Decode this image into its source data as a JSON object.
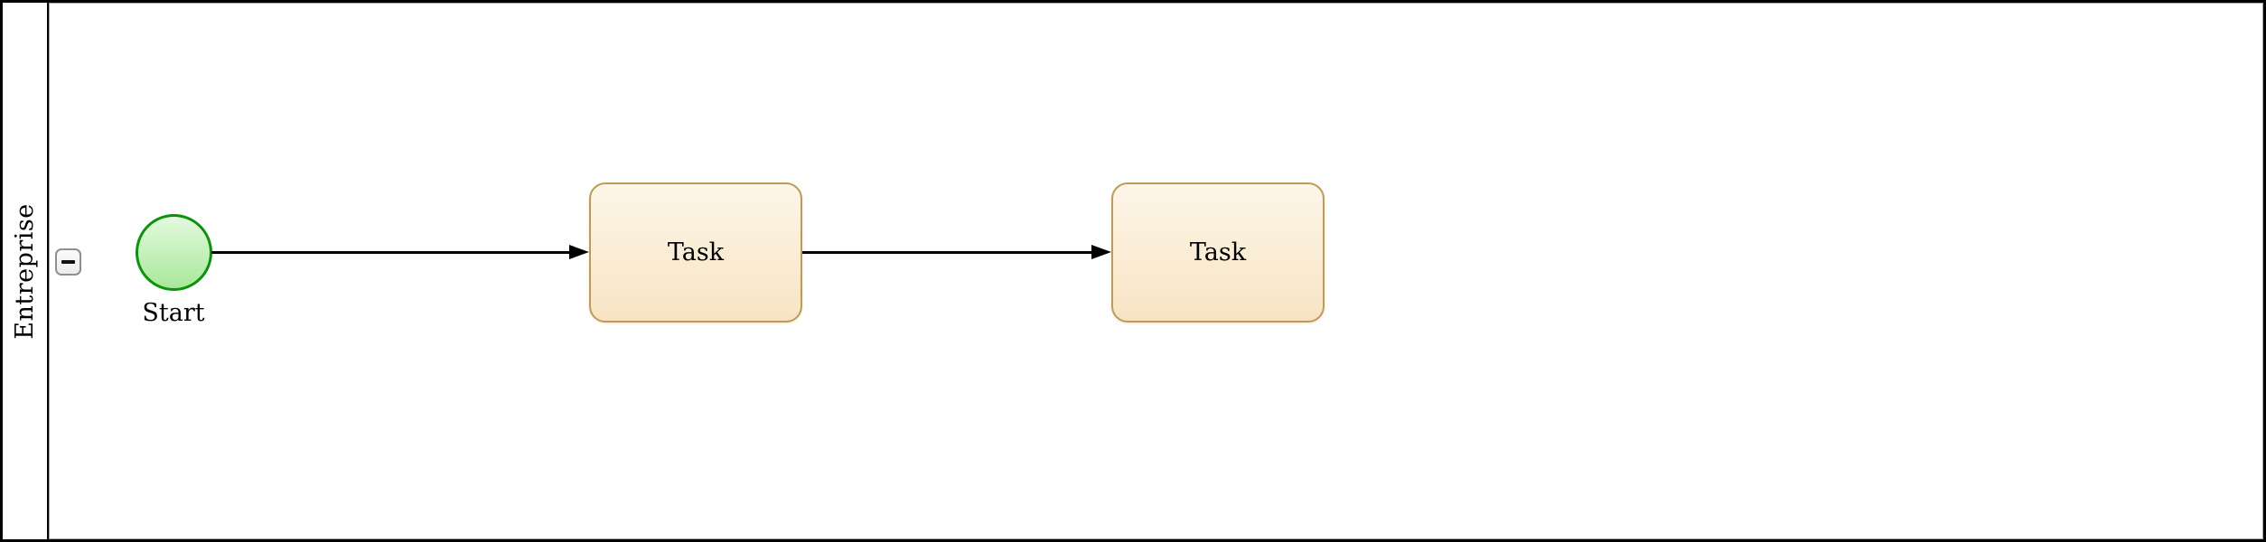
{
  "diagram": {
    "type": "bpmn-process",
    "pool": {
      "lane_label": "Entreprise",
      "collapse_button": {
        "icon": "minus",
        "state": "expanded"
      }
    },
    "nodes": [
      {
        "id": "start",
        "type": "start-event",
        "label": "Start"
      },
      {
        "id": "task1",
        "type": "task",
        "label": "Task"
      },
      {
        "id": "task2",
        "type": "task",
        "label": "Task"
      }
    ],
    "connectors": [
      {
        "from": "start",
        "to": "task1",
        "style": "solid-arrow"
      },
      {
        "from": "task1",
        "to": "task2",
        "style": "solid-arrow"
      }
    ],
    "colors": {
      "pool_border": "#000000",
      "lane_inner_border": "#a6a6a6",
      "start_stroke": "#0a940a",
      "start_fill_top": "#e4f9de",
      "start_fill_bottom": "#a8e89a",
      "task_stroke": "#c19a57",
      "task_fill_top": "#fdf6e8",
      "task_fill_bottom": "#f8e4c4",
      "connector": "#000000",
      "collapse_border": "#8f8f8f"
    }
  }
}
